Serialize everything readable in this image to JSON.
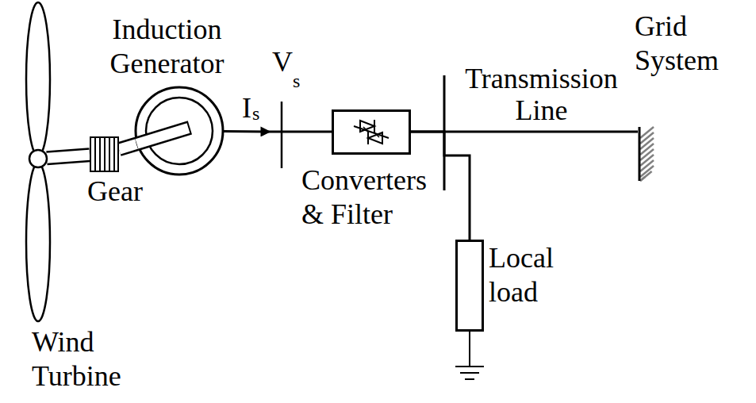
{
  "diagram": {
    "nodes": [
      {
        "text": [
          "Wind Turbine"
        ]
      },
      {
        "text": [
          "Gear"
        ]
      },
      {
        "text": [
          "Induction Generator"
        ]
      },
      {
        "text": [
          "Converters & Filter"
        ]
      },
      {
        "text": [
          "Local load"
        ]
      },
      {
        "text": [
          "Grid System"
        ]
      }
    ],
    "edges": [
      {
        "from": 0,
        "to": 1,
        "arrow": "none"
      },
      {
        "from": 1,
        "to": 2,
        "arrow": "none"
      },
      {
        "from": 2,
        "to": 3,
        "arrow": "to"
      },
      {
        "from": 3,
        "to": 5,
        "label": "Transmission Line",
        "arrow": "none"
      },
      {
        "from": 3,
        "to": 4,
        "arrow": "none"
      }
    ],
    "labels": [
      "V",
      "s",
      "I",
      "s"
    ]
  }
}
